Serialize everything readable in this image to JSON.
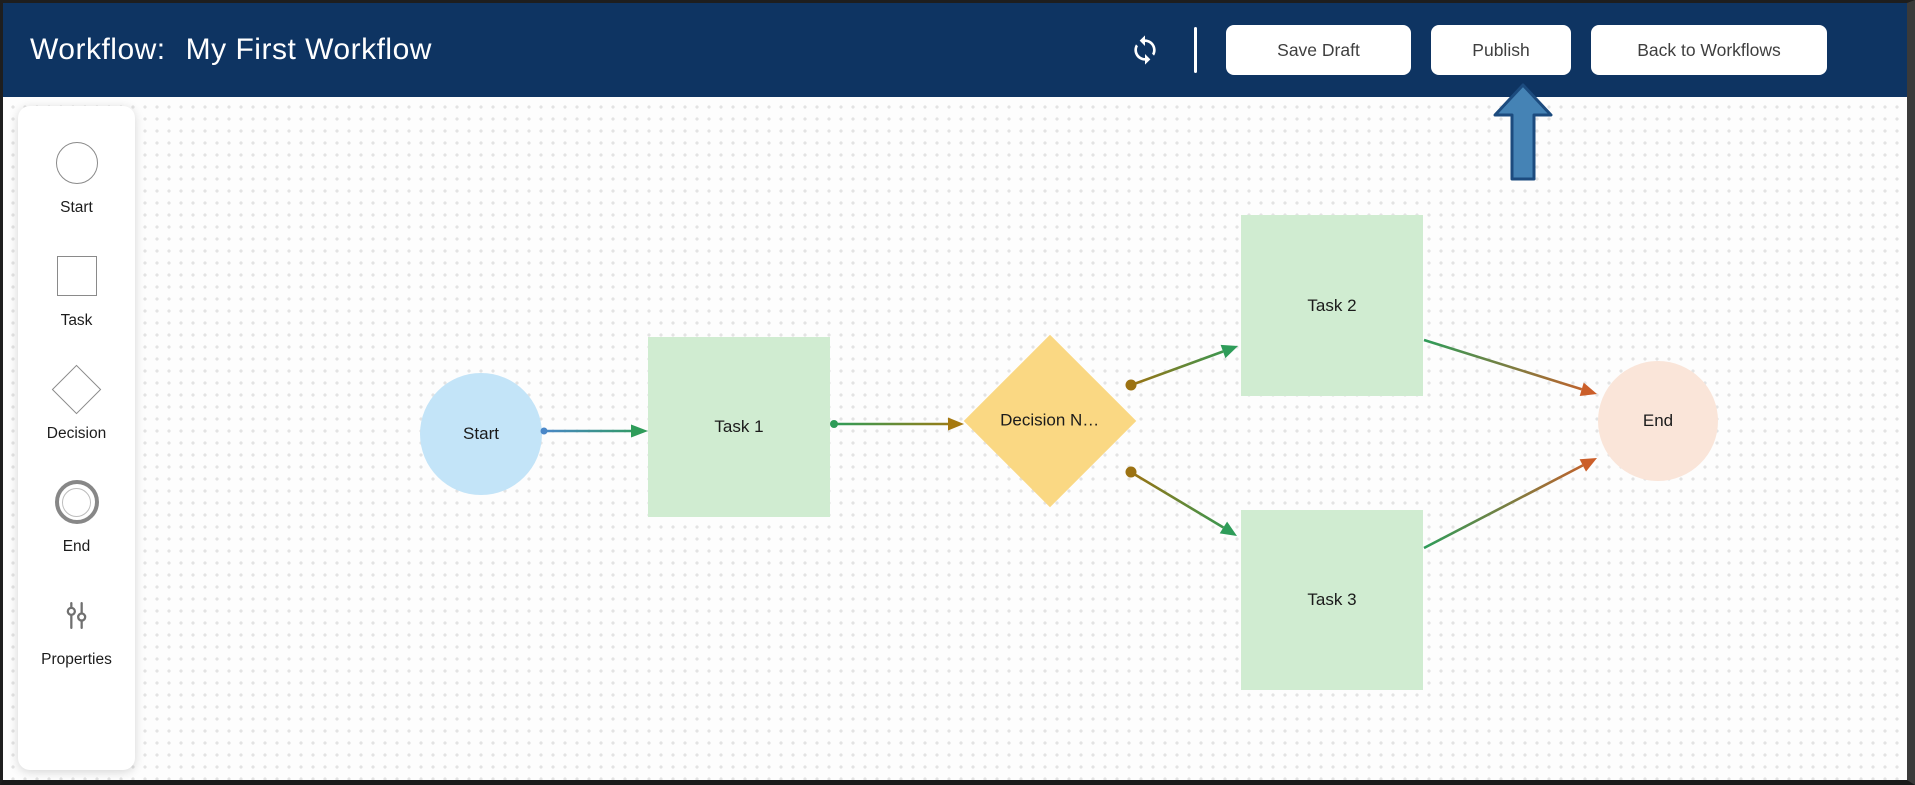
{
  "app": {
    "header_bg": "#0e3462",
    "canvas_bg": "#fdfdfd",
    "grid_dot_color": "#e3e3e3"
  },
  "header": {
    "title_label": "Workflow:",
    "workflow_name": "My First Workflow",
    "buttons": [
      {
        "label": "Save Draft"
      },
      {
        "label": "Publish"
      },
      {
        "label": "Back to Workflows"
      }
    ]
  },
  "palette": {
    "items": [
      {
        "label": "Start",
        "icon": "circle-outline"
      },
      {
        "label": "Task",
        "icon": "square-outline"
      },
      {
        "label": "Decision",
        "icon": "diamond-outline"
      },
      {
        "label": "End",
        "icon": "double-circle-outline"
      },
      {
        "label": "Properties",
        "icon": "sliders"
      }
    ]
  },
  "canvas": {
    "nodes": [
      {
        "id": "start",
        "type": "start",
        "label": "Start",
        "fill": "#c3e4f8"
      },
      {
        "id": "task1",
        "type": "task",
        "label": "Task 1",
        "fill": "#d0ecd1"
      },
      {
        "id": "decision1",
        "type": "decision",
        "label": "Decision N…",
        "fill": "#fad883"
      },
      {
        "id": "task2",
        "type": "task",
        "label": "Task 2",
        "fill": "#d0ecd1"
      },
      {
        "id": "task3",
        "type": "task",
        "label": "Task 3",
        "fill": "#d0ecd1"
      },
      {
        "id": "end",
        "type": "end",
        "label": "End",
        "fill": "#fae5d9"
      }
    ],
    "edges": [
      {
        "from": "start",
        "to": "task1",
        "colors": [
          "#4a87c8",
          "#2e9c59"
        ]
      },
      {
        "from": "task1",
        "to": "decision1",
        "colors": [
          "#2e9c59",
          "#a6790f"
        ]
      },
      {
        "from": "decision1",
        "to": "task2",
        "colors": [
          "#9c7212",
          "#2e9c59"
        ]
      },
      {
        "from": "decision1",
        "to": "task3",
        "colors": [
          "#9c7212",
          "#2e9c59"
        ]
      },
      {
        "from": "task2",
        "to": "end",
        "colors": [
          "#2e9c59",
          "#cb5e29"
        ]
      },
      {
        "from": "task3",
        "to": "end",
        "colors": [
          "#2e9c59",
          "#cb5e29"
        ]
      }
    ]
  },
  "annotation": {
    "shape": "up-arrow",
    "points_at": "Publish",
    "fill": "#4583b5",
    "border": "#1c4b7e"
  }
}
